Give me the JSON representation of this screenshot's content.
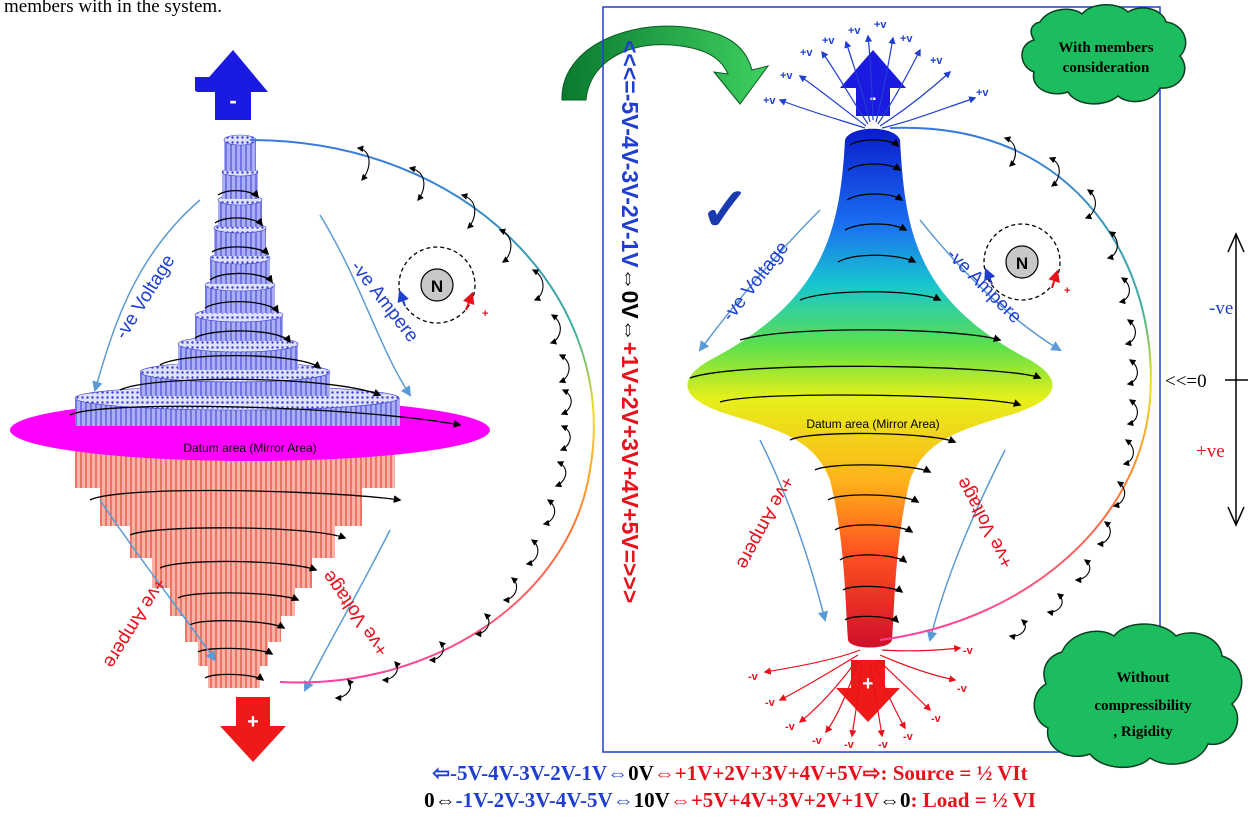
{
  "intro_text": "members with in the system.",
  "left_diagram": {
    "top_arrow_sign": "-",
    "bottom_arrow_sign": "+",
    "datum_label": "Datum area (Mirror Area)",
    "neg_voltage_label": "-ve Voltage",
    "neg_ampere_label": "-ve Ampere",
    "pos_ampere_label": "+ve Ampere",
    "pos_voltage_label": "+ve Voltage",
    "magnet_label": "N",
    "magnet_plus": "+"
  },
  "center_scale": {
    "neg_part": "<<<=-5V-4V-3V-2V-1V",
    "zero_part": "⇔0V⇔",
    "pos_part": "+1V+2V+3V+4V+5V=>>>"
  },
  "right_diagram": {
    "top_arrow_sign": "-",
    "bottom_arrow_sign": "+",
    "datum_label": "Datum area (Mirror Area)",
    "neg_voltage_label": "-ve Voltage",
    "neg_ampere_label": "-ve Ampere",
    "pos_ampere_label": "+ve Ampere",
    "pos_voltage_label": "+ve Voltage",
    "magnet_label": "N",
    "magnet_plus": "+",
    "check_mark": "✓",
    "top_ray_label": "+v",
    "bottom_ray_label": "-v",
    "cloud_top": "With members consideration",
    "cloud_bottom_1": "Without",
    "cloud_bottom_2": "compressibility",
    "cloud_bottom_3": ", Rigidity"
  },
  "side_scale": {
    "neg_label": "-ve",
    "zero_label": "<<=0",
    "pos_label": "+ve"
  },
  "formulas": {
    "line1_blue": "⇦-5V-4V-3V-2V-1V⇔",
    "line1_black": "0V",
    "line1_mid": "⇔",
    "line1_red": "+1V+2V+3V+4V+5V⇨: Source = ½ VIt",
    "line2_black1": "0⇔",
    "line2_blue": "-1V-2V-3V-4V-5V⇔",
    "line2_black2": "10V",
    "line2_mid": "⇔",
    "line2_red": "+5V+4V+3V+2V+1V",
    "line2_black3": "⇔0",
    "line2_red2": ": Load =    ½ VI"
  },
  "colors": {
    "blue": "#1f3fd0",
    "red": "#e8101a",
    "magenta": "#ff00ff",
    "cloud_green": "#1bbd5e",
    "frame": "#1f3fd0"
  }
}
